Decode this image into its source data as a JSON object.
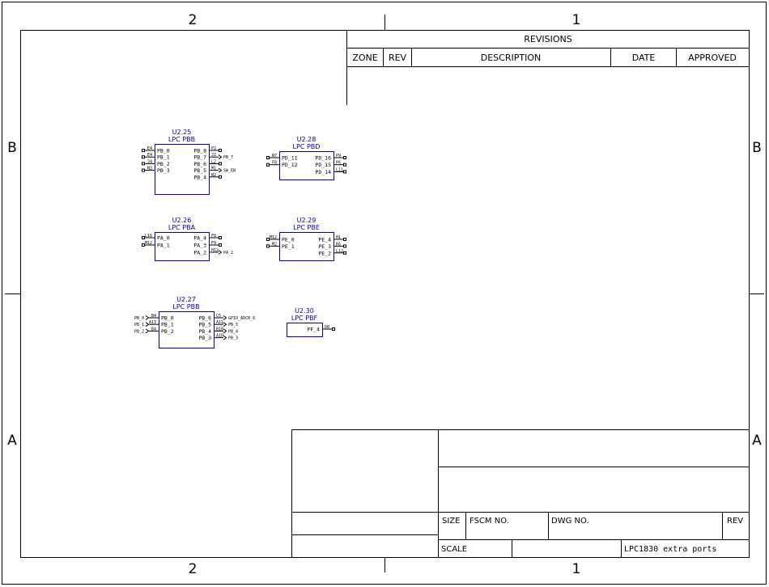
{
  "zones": {
    "top": [
      "2",
      "1"
    ],
    "bottom": [
      "2",
      "1"
    ],
    "left": [
      "B",
      "A"
    ],
    "right": [
      "B",
      "A"
    ]
  },
  "revisions": {
    "title": "REVISIONS",
    "headers": {
      "zone": "ZONE",
      "rev": "REV",
      "description": "DESCRIPTION",
      "date": "DATE",
      "approved": "APPROVED"
    }
  },
  "title_block": {
    "size_label": "SIZE",
    "fscm_label": "FSCM NO.",
    "dwg_label": "DWG NO.",
    "rev_label": "REV",
    "scale_label": "SCALE",
    "sheet_title": "LPC1830 extra ports"
  },
  "components": [
    {
      "ref": "U2.25",
      "name": "LPC PBB",
      "left_pins": [
        {
          "num": "E4",
          "name": "PB_0"
        },
        {
          "num": "E4",
          "name": "PB_1"
        },
        {
          "num": "J4",
          "name": "PB_2"
        },
        {
          "num": "N3",
          "name": "PB_3"
        }
      ],
      "right_pins": [
        {
          "num": "P2",
          "name": "PB_8",
          "net": ""
        },
        {
          "num": "J2",
          "name": "PB_7",
          "net": "PB_7"
        },
        {
          "num": "L2",
          "name": "PB_6",
          "net": ""
        },
        {
          "num": "M1",
          "name": "PB_5",
          "net": "SW_EN"
        },
        {
          "num": "N2",
          "name": "PB_4",
          "net": ""
        }
      ]
    },
    {
      "ref": "U2.28",
      "name": "LPC PBD",
      "left_pins": [
        {
          "num": "N7",
          "name": "PD_11"
        },
        {
          "num": "F8",
          "name": "PD_12"
        }
      ],
      "right_pins": [
        {
          "num": "P9",
          "name": "PD_16",
          "net": ""
        },
        {
          "num": "P6",
          "name": "PD_15",
          "net": ""
        },
        {
          "num": "L11",
          "name": "PD_14",
          "net": ""
        }
      ]
    },
    {
      "ref": "U2.26",
      "name": "LPC PBA",
      "left_pins": [
        {
          "num": "L16",
          "name": "PA_0"
        },
        {
          "num": "M12",
          "name": "PA_1"
        }
      ],
      "right_pins": [
        {
          "num": "F8",
          "name": "PA_4",
          "net": ""
        },
        {
          "num": "F9",
          "name": "PA_3",
          "net": ""
        },
        {
          "num": "H12",
          "name": "PA_2",
          "net": "PA_2"
        }
      ]
    },
    {
      "ref": "U2.29",
      "name": "LPC PBE",
      "left_pins": [
        {
          "num": "M12",
          "name": "PE_0"
        },
        {
          "num": "M2",
          "name": "PE_1"
        }
      ],
      "right_pins": [
        {
          "num": "H1",
          "name": "PE_4",
          "net": ""
        },
        {
          "num": "K6",
          "name": "PE_3",
          "net": ""
        },
        {
          "num": "L12",
          "name": "PE_2",
          "net": ""
        }
      ]
    },
    {
      "ref": "U2.27",
      "name": "LPC PBB",
      "left_pins": [
        {
          "num": "B4",
          "name": "PB_0",
          "net": "PB_0"
        },
        {
          "num": "A13",
          "name": "PB_1",
          "net": "PB_1"
        },
        {
          "num": "B4",
          "name": "PB_2",
          "net": "PB_2"
        }
      ],
      "right_pins": [
        {
          "num": "C5",
          "name": "PB_6",
          "net": "GPIO_ADCB_6"
        },
        {
          "num": "A11",
          "name": "PB_5",
          "net": "PB_5"
        },
        {
          "num": "B10",
          "name": "PB_4",
          "net": "PB_4"
        },
        {
          "num": "A10",
          "name": "PB_3",
          "net": "PB_3"
        }
      ]
    },
    {
      "ref": "U2.30",
      "name": "LPC PBF",
      "left_pins": [],
      "right_pins": [
        {
          "num": "D8",
          "name": "PF_4",
          "net": ""
        }
      ]
    }
  ]
}
